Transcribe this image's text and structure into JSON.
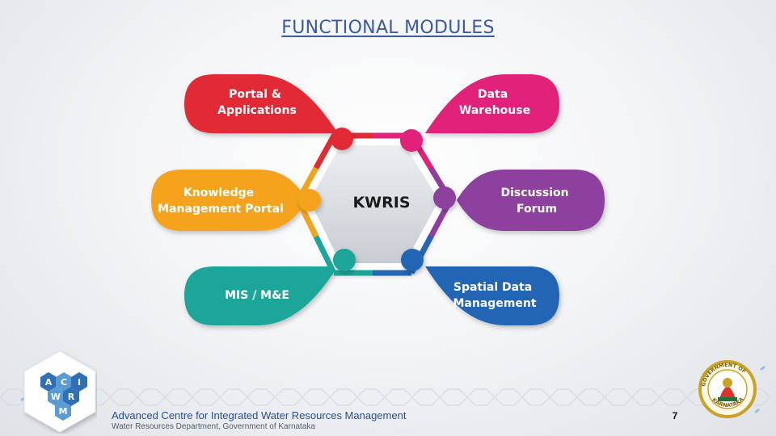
{
  "title": "FUNCTIONAL MODULES",
  "hub": {
    "label": "KWRIS"
  },
  "modules": [
    {
      "lines": [
        "Portal &",
        "Applications"
      ],
      "color": "#e12b34"
    },
    {
      "lines": [
        "Data",
        "Warehouse"
      ],
      "color": "#e2237a"
    },
    {
      "lines": [
        "Knowledge",
        "Management Portal"
      ],
      "color": "#f5a31a"
    },
    {
      "lines": [
        "Discussion",
        "Forum"
      ],
      "color": "#8d3f9e"
    },
    {
      "lines": [
        "MIS / M&E"
      ],
      "color": "#1aa69a"
    },
    {
      "lines": [
        "Spatial Data",
        "Management"
      ],
      "color": "#2465b5"
    }
  ],
  "footer": {
    "org": "Advanced Centre for Integrated Water Resources Management",
    "dept": "Water Resources Department, Government of Karnataka",
    "page": "7"
  },
  "logo": {
    "letters": [
      "A",
      "C",
      "I",
      "W",
      "R",
      "M"
    ],
    "color": "#2f6fb3"
  },
  "seal": {
    "text": "GOVERNMENT OF KARNATAKA",
    "color": "#c9a227"
  }
}
